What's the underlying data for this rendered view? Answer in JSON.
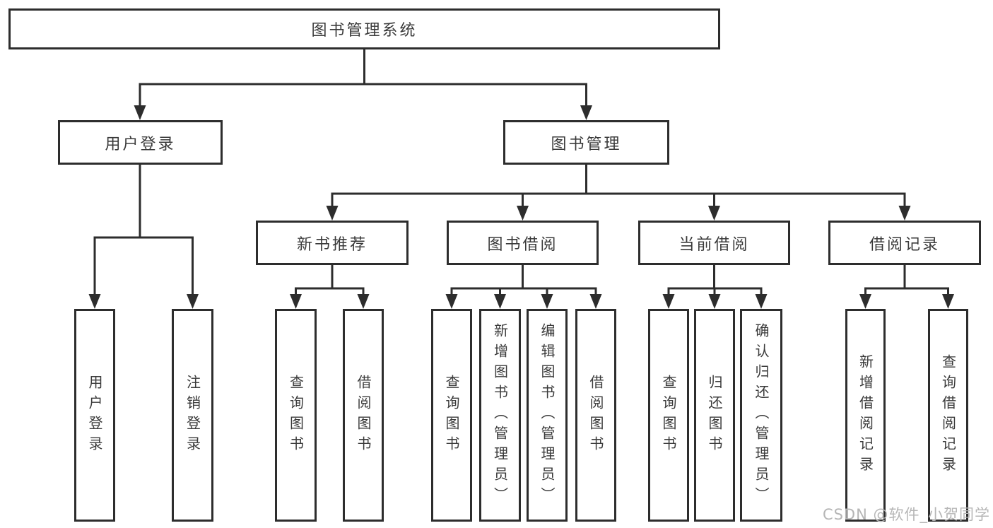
{
  "diagram": {
    "root": "图书管理系统",
    "level2": {
      "user_login": "用户登录",
      "book_management": "图书管理"
    },
    "level3": {
      "new_book_recommend": "新书推荐",
      "book_borrowing": "图书借阅",
      "current_borrowing": "当前借阅",
      "borrowing_records": "借阅记录"
    },
    "leaves": {
      "user_login_children": [
        "用户登录",
        "注销登录"
      ],
      "new_book_recommend_children": [
        "查询图书",
        "借阅图书"
      ],
      "book_borrowing_children": [
        "查询图书",
        "新增图书（管理员）",
        "编辑图书（管理员）",
        "借阅图书"
      ],
      "current_borrowing_children": [
        "查询图书",
        "归还图书",
        "确认归还（管理员）"
      ],
      "borrowing_records_children": [
        "新增借阅记录",
        "查询借阅记录"
      ]
    }
  },
  "watermark": "CSDN @软件_小贺同学",
  "colors": {
    "line": "#2d2d2d",
    "text": "#3a3a3a",
    "background": "#ffffff",
    "watermark": "#b6b6b6"
  }
}
